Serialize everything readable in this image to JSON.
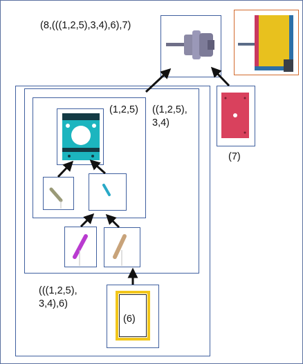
{
  "labels": {
    "top_assembly": "(8,(((1,2,5),3,4),6),7)",
    "group_125": "(1,2,5)",
    "group_125_34": "((1,2,5),\n3,4)",
    "group_125_34_6": "(((1,2,5),\n3,4),6)",
    "part_6": "(6)",
    "part_7": "(7)"
  },
  "colors": {
    "frame_border": "#3f5f9f",
    "orange_border": "#d36a2c",
    "cyan_plate": "#1cb5bf",
    "magenta_pin": "#b93bd0",
    "tan_pin": "#c8a37a",
    "olive_pin": "#9a9a77",
    "red_plate": "#d9415d",
    "yellow_frame": "#f2c61b",
    "motor_gray": "#7f7f9a"
  }
}
